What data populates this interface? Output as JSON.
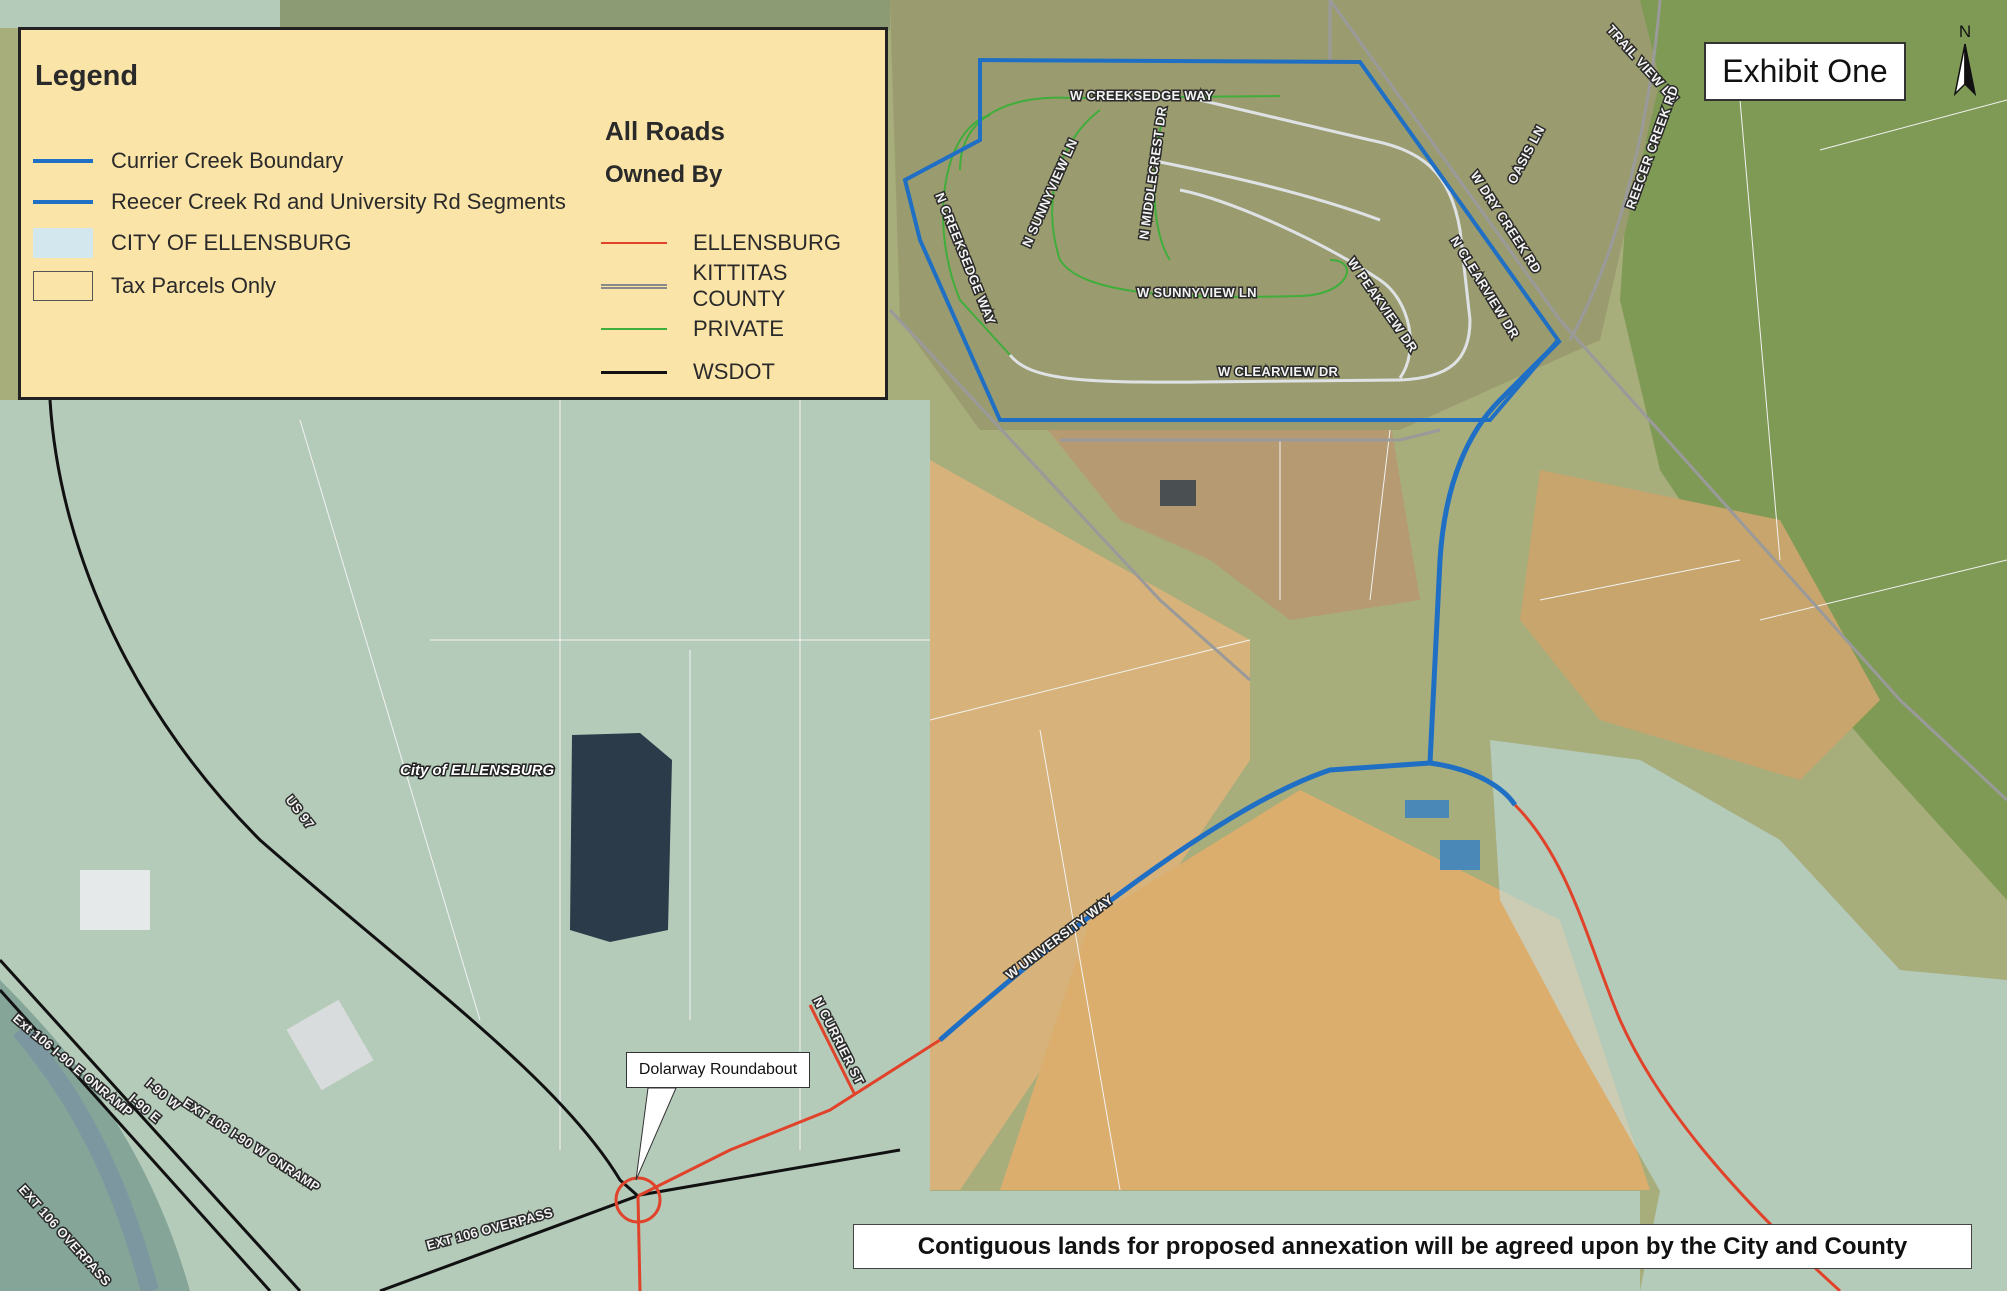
{
  "exhibit_title": "Exhibit One",
  "north_arrow": {
    "letter": "N",
    "icon": "north-arrow-icon"
  },
  "legend": {
    "title": "Legend",
    "items": [
      {
        "label": "Currier Creek Boundary",
        "symbol": "line",
        "color": "#1f6fc4"
      },
      {
        "label": "Reecer Creek Rd and University Rd Segments",
        "symbol": "line",
        "color": "#1f6fc4"
      },
      {
        "label": "CITY OF ELLENSBURG",
        "symbol": "fill",
        "color": "#d3e8ee"
      },
      {
        "label": "Tax Parcels Only",
        "symbol": "outline",
        "color": "#ffffff"
      }
    ],
    "roads_heading": "All Roads",
    "owned_by_heading": "Owned By",
    "owners": [
      {
        "label": "ELLENSBURG",
        "color": "#e0432a"
      },
      {
        "label": "KITTITAS COUNTY",
        "color": "#9a9a9a"
      },
      {
        "label": "PRIVATE",
        "color": "#3fae3a"
      },
      {
        "label": "WSDOT",
        "color": "#111111"
      }
    ]
  },
  "road_labels": {
    "creeksedge_way_top": "W CREEKSEDGE WAY",
    "creeksedge_way_n": "N CREEKSEDGE WAY",
    "sunnyview_ln_n": "N SUNNYVIEW LN",
    "middlecrest_dr": "N MIDDLECREST DR",
    "sunnyview_ln_w": "W SUNNYVIEW LN",
    "peakview_dr": "W PEAKVIEW DR",
    "clearview_dr_n": "N CLEARVIEW DR",
    "clearview_dr_w": "W CLEARVIEW DR",
    "dry_creek_rd": "W DRY CREEK RD",
    "oasis_ln": "OASIS LN",
    "trail_view_ln": "TRAIL VIEW LN",
    "reecer_creek_rd": "REECER CREEK RD",
    "university_way": "W UNIVERSITY WAY",
    "currier_st": "N CURRIER ST",
    "us97": "US 97",
    "ext106_overpass": "EXT 106 OVERPASS",
    "ext106_i90w_onramp": "EXT 106 I-90 W ONRAMP",
    "ext106_i90e_onramp": "Ext 106 I-90 E ONRAMP",
    "i90w": "I-90 W",
    "i90e": "I-90 E",
    "ext106_overpass_2": "EXT 106 OVERPASS"
  },
  "place_labels": {
    "city": "City of ELLENSBURG"
  },
  "callout": {
    "label": "Dolarway Roundabout"
  },
  "note": {
    "text": "Contiguous lands for proposed annexation will be agreed upon by the City and County"
  }
}
